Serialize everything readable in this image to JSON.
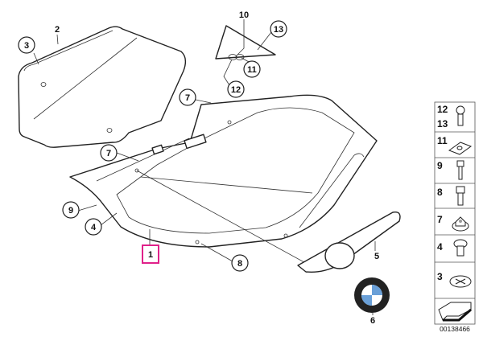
{
  "diagram": {
    "callouts": {
      "c3": "3",
      "c2": "2",
      "c10": "10",
      "c13": "13",
      "c11": "11",
      "c12": "12",
      "c7a": "7",
      "c7b": "7",
      "c9": "9",
      "c4": "4",
      "c1": "1",
      "c8": "8",
      "c5": "5",
      "c6": "6"
    },
    "highlight_color": "#e0218a",
    "legend": {
      "rows": [
        "12",
        "13",
        "11",
        "9",
        "8",
        "7",
        "4",
        "3"
      ],
      "code": "00138466"
    }
  }
}
